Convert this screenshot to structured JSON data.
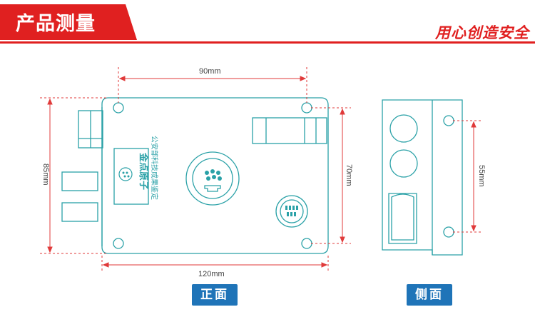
{
  "header": {
    "title": "产品测量",
    "slogan": "用心创造安全",
    "accent_color": "#e02020"
  },
  "front_view": {
    "label": "正面",
    "dim_top": "90mm",
    "dim_bottom": "120mm",
    "dim_left": "85mm",
    "dim_right": "70mm",
    "brand_name": "金点原子",
    "certification": "公安部科技成果鉴定"
  },
  "side_view": {
    "label": "侧面",
    "dim_right": "55mm"
  },
  "colors": {
    "outline": "#2aa1a7",
    "dimension": "#e03a3a",
    "badge": "#1f74b8"
  }
}
